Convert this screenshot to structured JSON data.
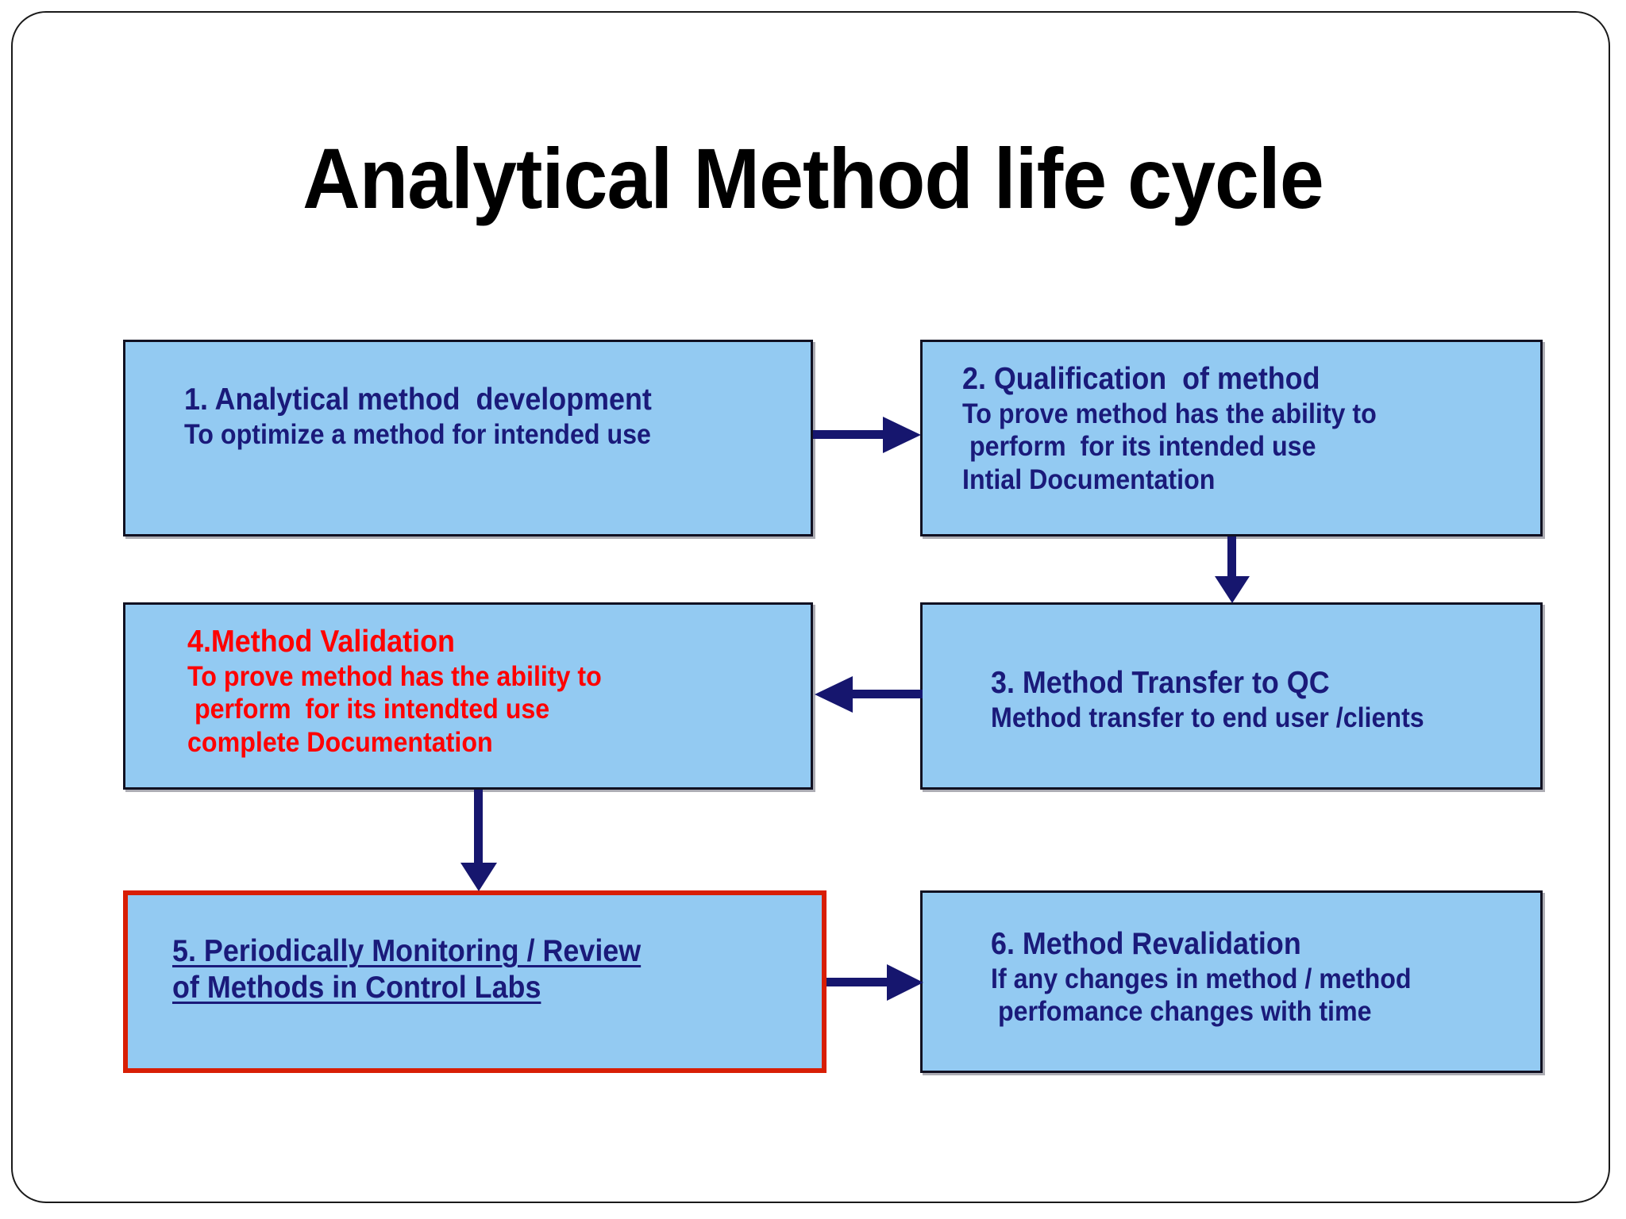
{
  "slide": {
    "title": "Analytical Method life cycle",
    "frame_border_color": "#1a1a1a",
    "background": "#ffffff"
  },
  "theme": {
    "box_fill": "#93CAF2",
    "box_border": "#111122",
    "text_navy": "#1A1A7A",
    "text_red": "#FF0000",
    "highlight_border": "#D81E05",
    "arrow_color": "#16166E"
  },
  "boxes": [
    {
      "id": "box-1",
      "name": "analytical-method-development",
      "heading": "1. Analytical method  development",
      "lines": [
        "To optimize a method for intended use"
      ],
      "text_color": "#1A1A7A",
      "highlighted": false,
      "underlined": false
    },
    {
      "id": "box-2",
      "name": "qualification-of-method",
      "heading": "2. Qualification  of method",
      "lines": [
        "To prove method has the ability to",
        " perform  for its intended use",
        "Intial Documentation"
      ],
      "text_color": "#1A1A7A",
      "highlighted": false,
      "underlined": false
    },
    {
      "id": "box-3",
      "name": "method-transfer-to-qc",
      "heading": "3. Method Transfer to QC",
      "lines": [
        "Method transfer to end user /clients"
      ],
      "text_color": "#1A1A7A",
      "highlighted": false,
      "underlined": false
    },
    {
      "id": "box-4",
      "name": "method-validation",
      "heading": "4.Method Validation",
      "lines": [
        "To prove method has the ability to",
        " perform  for its intendted use",
        "complete Documentation"
      ],
      "text_color": "#FF0000",
      "highlighted": false,
      "underlined": false
    },
    {
      "id": "box-5",
      "name": "periodic-monitoring-review",
      "heading": "5. Periodically Monitoring / Review",
      "lines": [
        "of Methods in Control Labs"
      ],
      "text_color": "#1A1A7A",
      "highlighted": true,
      "underlined": true
    },
    {
      "id": "box-6",
      "name": "method-revalidation",
      "heading": "6. Method Revalidation",
      "lines": [
        "If any changes in method / method",
        " perfomance changes with time"
      ],
      "text_color": "#1A1A7A",
      "highlighted": false,
      "underlined": false
    }
  ],
  "arrows": [
    {
      "name": "arrow-1-to-2",
      "from": "box-1",
      "to": "box-2",
      "direction": "right"
    },
    {
      "name": "arrow-2-to-3",
      "from": "box-2",
      "to": "box-3",
      "direction": "down"
    },
    {
      "name": "arrow-3-to-4",
      "from": "box-3",
      "to": "box-4",
      "direction": "left"
    },
    {
      "name": "arrow-4-to-5",
      "from": "box-4",
      "to": "box-5",
      "direction": "down"
    },
    {
      "name": "arrow-5-to-6",
      "from": "box-5",
      "to": "box-6",
      "direction": "right"
    }
  ]
}
